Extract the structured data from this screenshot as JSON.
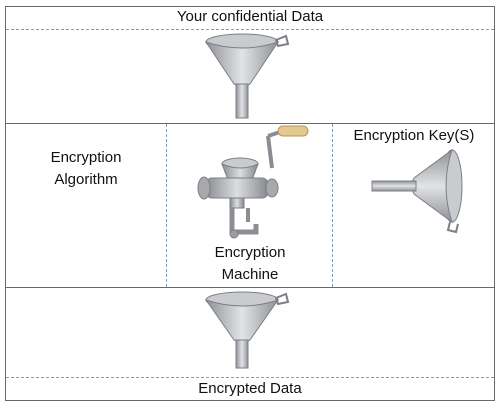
{
  "top_section": {
    "title": "Your confidential Data",
    "icon": "funnel-icon"
  },
  "middle_section": {
    "algorithm_label": [
      "Encryption",
      "Algorithm"
    ],
    "machine_label": [
      "Encryption",
      "Machine"
    ],
    "key_label": "Encryption Key(S)",
    "machine_icon": "meat-grinder-icon",
    "key_icon": "funnel-icon"
  },
  "bottom_section": {
    "title": "Encrypted Data",
    "icon": "funnel-icon"
  },
  "colors": {
    "border": "#6a6a6a",
    "dashed_lines": "#7f9fbf",
    "funnel_metal": "#b7b9bd",
    "handle_wood": "#e3c98f"
  }
}
